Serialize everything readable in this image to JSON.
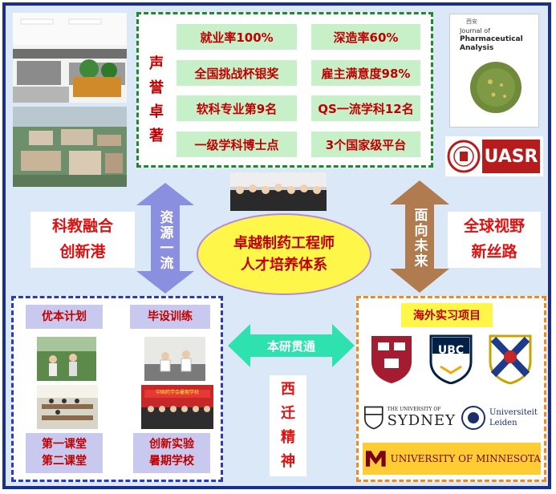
{
  "center": {
    "line1": "卓越制药工程师",
    "line2": "人才培养体系"
  },
  "top_box": {
    "side_label": [
      "声",
      "誉",
      "卓",
      "著"
    ],
    "cells": [
      "就业率100%",
      "深造率60%",
      "全国挑战杯银奖",
      "雇主满意度98%",
      "软科专业第9名",
      "QS一流学科12名",
      "一级学科博士点",
      "3个国家级平台"
    ]
  },
  "left_label": {
    "line1": "科教融合",
    "line2": "创新港"
  },
  "right_label": {
    "line1": "全球视野",
    "line2": "新丝路"
  },
  "arrow_left": "资源一流",
  "arrow_right": "面向未来",
  "arrow_bottom": "本研贯通",
  "bottom_vertical": [
    "西",
    "迁",
    "精",
    "神"
  ],
  "bottom_left": {
    "item1": "优本计划",
    "item2": "毕设训练",
    "item3": {
      "line1": "第一课堂",
      "line2": "第二课堂"
    },
    "item4": {
      "line1": "创新实验",
      "line2": "暑期学校"
    },
    "banner_text": "中国药学会暑期学校"
  },
  "bottom_right": {
    "title": "海外实习项目",
    "ubc": "UBC",
    "sydney": {
      "pre": "THE UNIVERSITY OF",
      "name": "SYDNEY"
    },
    "leiden": {
      "line1": "Universiteit",
      "line2": "Leiden"
    },
    "minnesota": "UNIVERSITY OF MINNESOTA"
  },
  "journal": {
    "publisher": "西安",
    "title1": "Journal of",
    "title2": "Pharmaceutical",
    "title3": "Analysis"
  },
  "uasr": "UASR",
  "colors": {
    "frame": "#1a2f8c",
    "green": "#1f8a2a",
    "red": "#c00000",
    "orange": "#ef8a1c",
    "blue_dash": "#2a3ac8"
  }
}
